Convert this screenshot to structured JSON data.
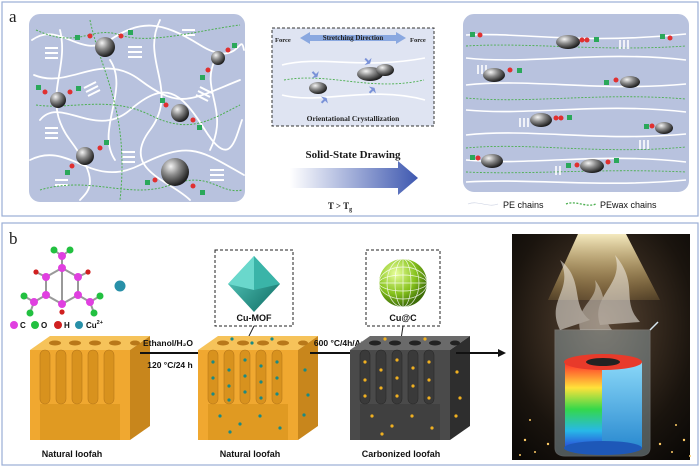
{
  "panel_a": {
    "letter": "a",
    "inset": {
      "force_left": "Force",
      "direction": "Stretching Direction",
      "force_right": "Force",
      "crystallization": "Orientational Crystallization"
    },
    "process": "Solid-State Drawing",
    "condition_main": "T > T",
    "condition_sub": "g",
    "legend": {
      "pe": "PE chains",
      "pewax": "PEwax chains"
    },
    "colors": {
      "pe": "#ffffff",
      "pewax": "#4caf50",
      "panel_bg": "#b8c2de",
      "arrow": "#4a64b8"
    }
  },
  "panel_b": {
    "letter": "b",
    "element_legend": {
      "c": "C",
      "o": "O",
      "h": "H",
      "cu": "Cu",
      "cu_charge": "2+"
    },
    "step1_top": "Ethanol/H₂O",
    "step1_bottom": "120 °C/24 h",
    "inset1": "Cu-MOF",
    "step2_top": "600 °C/4h/Ar",
    "inset2": "Cu@C",
    "cube1": "Natural loofah",
    "cube2": "Natural loofah",
    "cube3": "Carbonized loofah",
    "colors": {
      "loofah": "#f0a830",
      "carbon": "#4a4a4a",
      "mof": "#2a9a92",
      "cuc": "#7ab82a",
      "c_atom": "#e040e0",
      "o_atom": "#22c040",
      "h_atom": "#d02020",
      "cu_ion": "#2890a8"
    }
  }
}
